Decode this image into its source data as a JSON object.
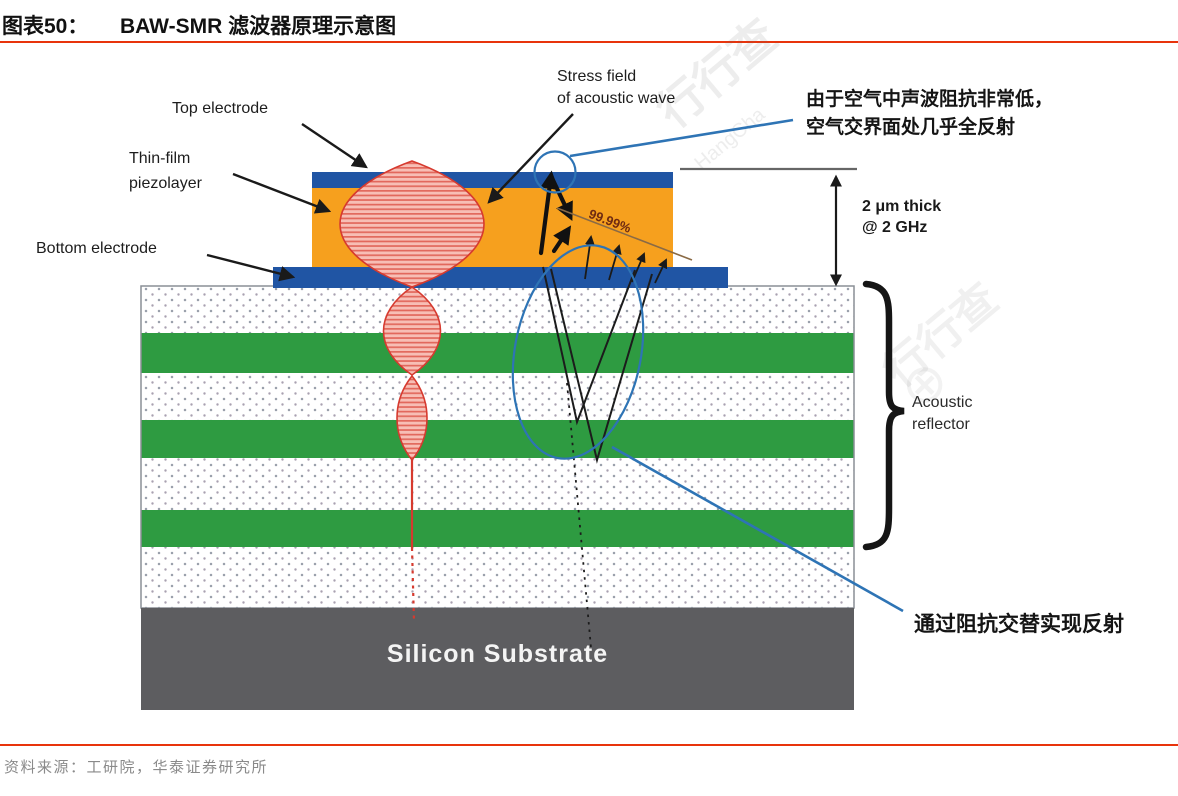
{
  "header": {
    "figure_label": "图表50：",
    "title": "BAW-SMR 滤波器原理示意图"
  },
  "diagram": {
    "labels": {
      "top_electrode": "Top electrode",
      "thin_film_1": "Thin-film",
      "thin_film_2": "piezolayer",
      "bottom_electrode": "Bottom electrode",
      "stress_field_1": "Stress field",
      "stress_field_2": "of acoustic wave",
      "air_note_1": "由于空气中声波阻抗非常低，",
      "air_note_2": "空气交界面处几乎全反射",
      "thickness_1": "2 μm thick",
      "thickness_2": "@ 2 GHz",
      "percent": "99.99%",
      "reflector_1": "Acoustic",
      "reflector_2": "reflector",
      "impedance_note": "通过阻抗交替实现反射",
      "substrate": "Silicon Substrate"
    },
    "colors": {
      "electrode_blue": "#2055a4",
      "piezo_orange": "#f6a01e",
      "reflector_green": "#2e9b41",
      "substrate_gray": "#5d5d60",
      "wave_red": "#d63a2f",
      "annotation_blue": "#2e74b5",
      "divider_red": "#e8340c",
      "dot_color": "#9aa0ab"
    },
    "watermark": {
      "cn": "行行查",
      "en": "HangCha",
      "symbol": "⊗"
    }
  },
  "footer": {
    "source": "资料来源：工研院，华泰证券研究所"
  }
}
